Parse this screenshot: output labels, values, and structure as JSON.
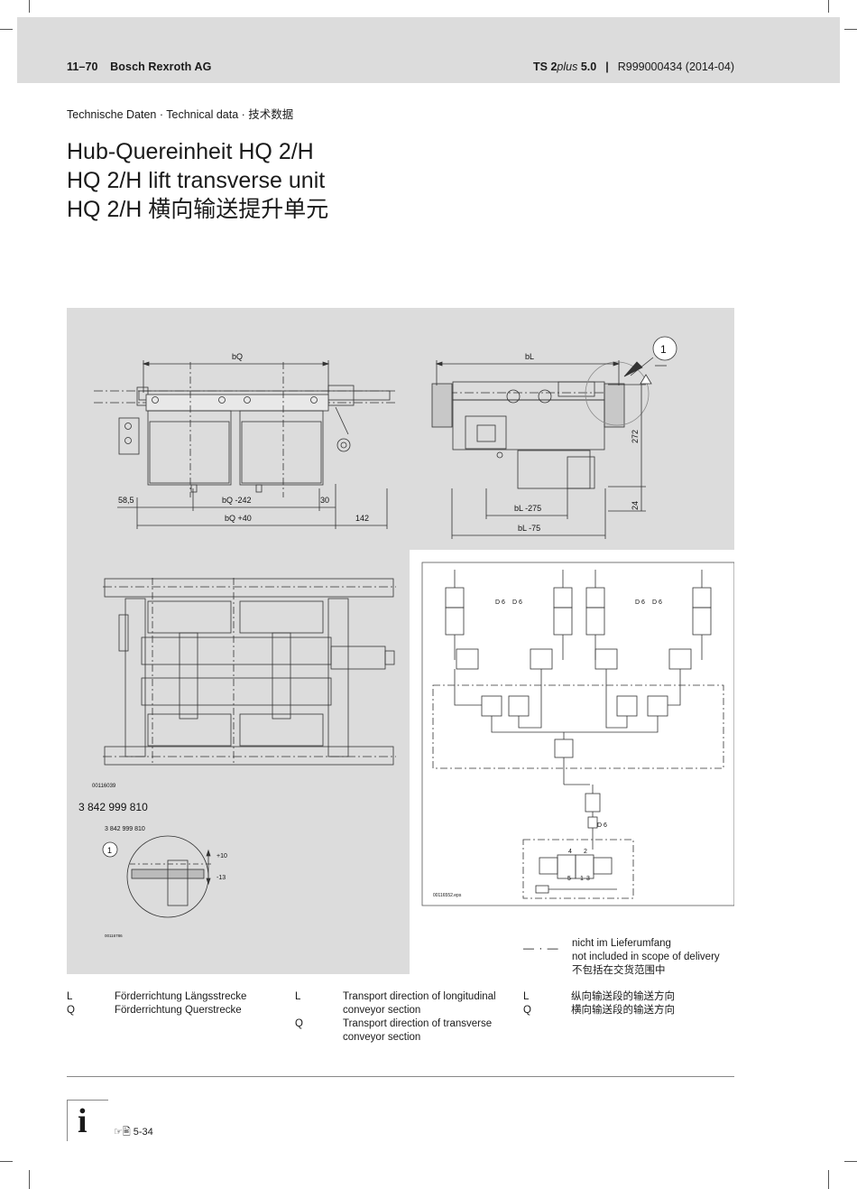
{
  "header": {
    "page": "11–70",
    "company": "Bosch Rexroth AG",
    "product_prefix": "TS 2",
    "product_italic": "plus",
    "product_suffix": " 5.0",
    "separator": "|",
    "doc_number": "R999000434 (2014-04)"
  },
  "section_label": "Technische Daten · Technical data · 技术数据",
  "title": {
    "de": "Hub-Quereinheit HQ 2/H",
    "en": "HQ 2/H lift transverse unit",
    "zh": "HQ 2/H 横向输送提升单元"
  },
  "figure": {
    "dims": {
      "bq": "bQ",
      "bq_minus": "bQ -242",
      "bq_plus": "bQ +40",
      "d58": "58,5",
      "d30": "30",
      "d142": "142",
      "bl": "bL",
      "bl_275": "bL -275",
      "bl_75": "bL -75",
      "d272": "272",
      "d24": "24",
      "callout": "1"
    },
    "drawing_id_top": "00116039",
    "part_number": "3 842 999 810",
    "detail_part_number": "3 842 999 810",
    "detail_callout": "1",
    "detail_plus": "+10",
    "detail_minus": "-13",
    "detail_id": "00116786",
    "pneumatic": {
      "d6_labels": [
        "D 6",
        "D 6",
        "D 6",
        "D 6"
      ],
      "d6_bottom": "D 6",
      "port_4": "4",
      "port_2": "2",
      "port_5": "5",
      "port_1": "1",
      "port_3": "3",
      "drawing_id": "00116552.eps"
    }
  },
  "legend": {
    "dash_symbol": "— · —",
    "not_included": [
      "nicht im Lieferumfang",
      "not included in scope of delivery",
      "不包括在交货范围中"
    ]
  },
  "definitions": {
    "de": [
      {
        "key": "L",
        "text": "Förderrichtung Längsstrecke"
      },
      {
        "key": "Q",
        "text": "Förderrichtung Querstrecke"
      }
    ],
    "en": [
      {
        "key": "L",
        "text": "Transport direction of longitudinal conveyor section"
      },
      {
        "key": "Q",
        "text": "Transport direction of transverse conveyor section"
      }
    ],
    "zh": [
      {
        "key": "L",
        "text": "纵向输送段的输送方向"
      },
      {
        "key": "Q",
        "text": "横向输送段的输送方向"
      }
    ]
  },
  "footer": {
    "info_icon": "i",
    "reference": "☞🖹 5-34"
  }
}
